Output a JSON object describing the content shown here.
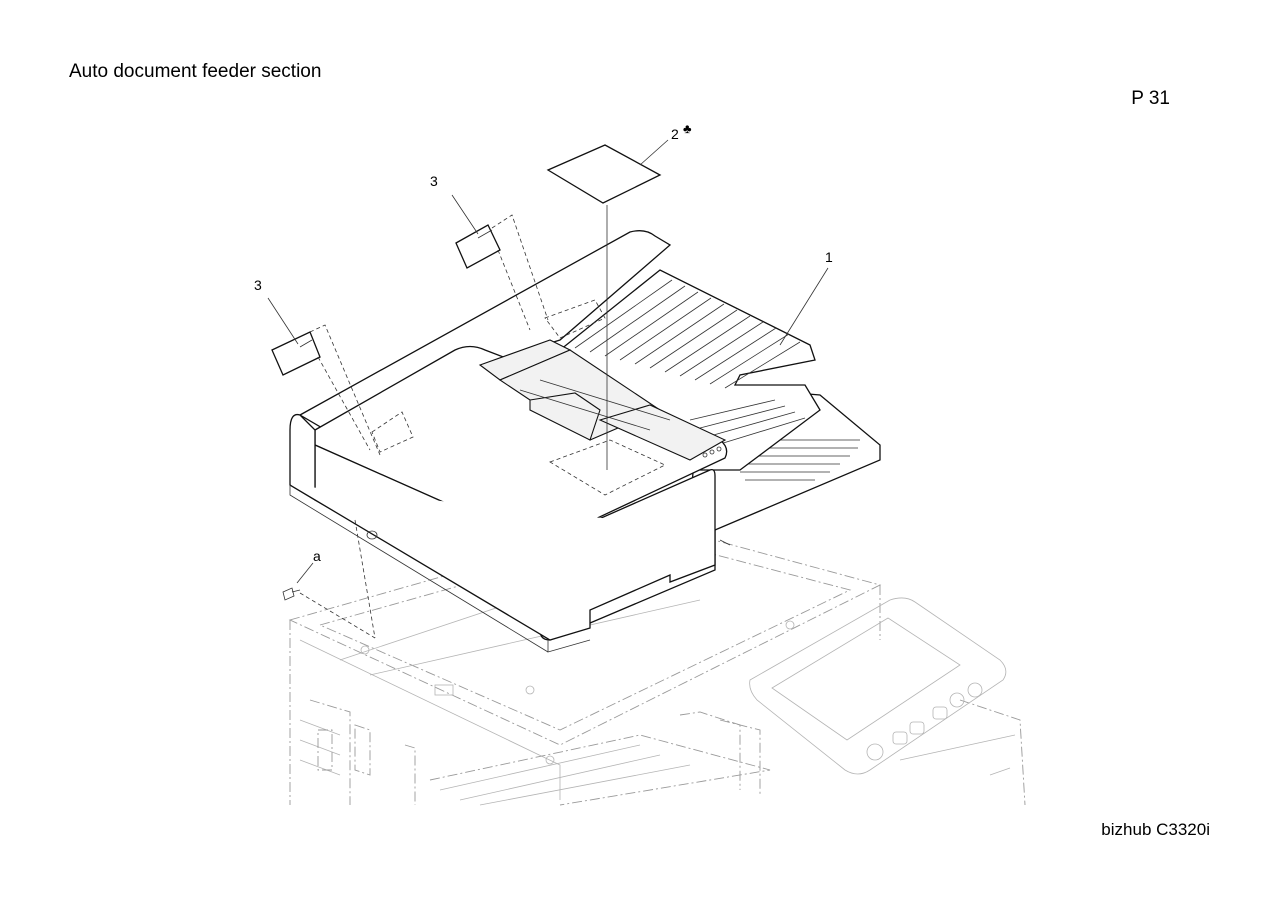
{
  "header": {
    "section_title": "Auto document feeder section",
    "page_number": "P 31"
  },
  "footer": {
    "model_name": "bizhub C3320i"
  },
  "callouts": {
    "adf_unit": "1",
    "label_sheet": "2",
    "label_sheet_mark": "♣",
    "small_label_upper": "3",
    "small_label_lower": "3",
    "screw": "a"
  }
}
